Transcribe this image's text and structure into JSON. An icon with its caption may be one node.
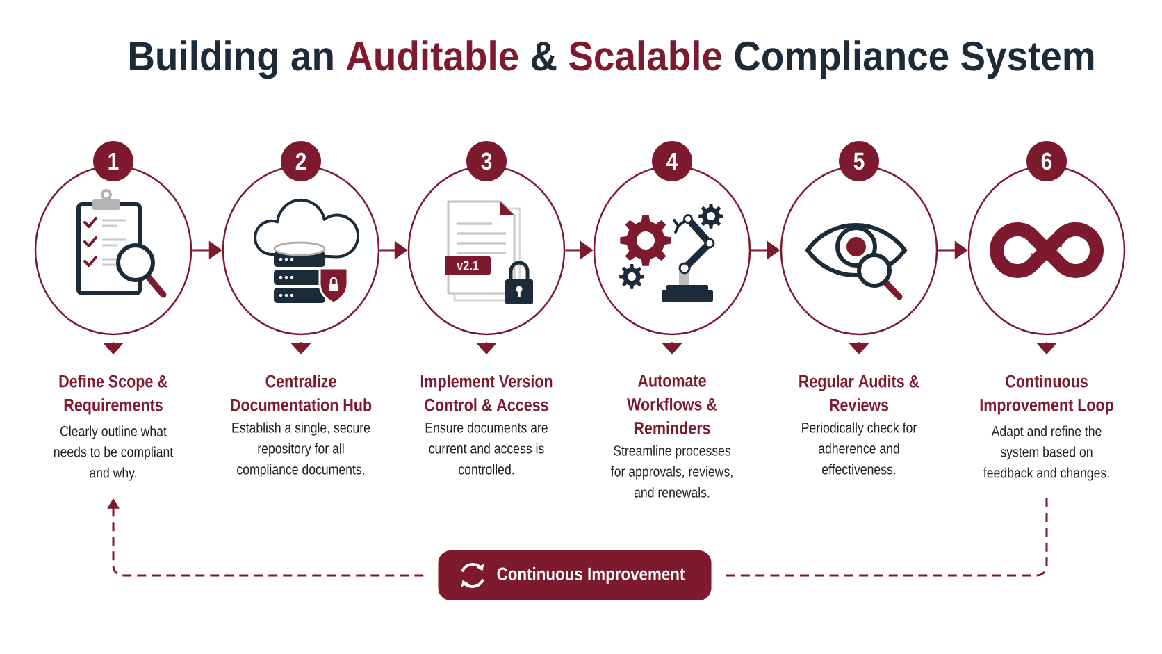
{
  "diagram": {
    "title": "Building an **Auditable** & **Scalable** Compliance System",
    "nodes": [
      {
        "text": [
          "1"
        ]
      },
      {
        "text": [],
        "shape": "circle"
      },
      {
        "text": [
          "Define Scope & Requirements",
          "Clearly outline what needs to be compliant and why."
        ]
      },
      {
        "text": [
          "2"
        ]
      },
      {
        "text": [],
        "shape": "circle"
      },
      {
        "text": [
          "Centralize Documentation Hub",
          "Establish a single, secure repository for all compliance documents."
        ]
      },
      {
        "text": [
          "3"
        ]
      },
      {
        "text": [],
        "shape": "circle"
      },
      {
        "text": [
          "Implement Version Control & Access",
          "Ensure documents are current and access is controlled."
        ]
      },
      {
        "text": [
          "4"
        ]
      },
      {
        "text": [],
        "shape": "circle"
      },
      {
        "text": [
          "Automate Workflows & Reminders",
          "Streamline processes for approvals, reviews, and renewals."
        ]
      },
      {
        "text": [
          "5"
        ]
      },
      {
        "text": [],
        "shape": "circle"
      },
      {
        "text": [
          "Regular Audits & Reviews",
          "Periodically check for adherence and effectiveness."
        ]
      },
      {
        "text": [
          "6"
        ]
      },
      {
        "text": [],
        "shape": "circle"
      },
      {
        "text": [
          "Continuous Improvement Loop",
          "Adapt and refine the system based on feedback and changes."
        ]
      },
      {
        "text": [
          "Continuous Improvement"
        ]
      }
    ],
    "edges": [
      {
        "from": 1,
        "to": 4,
        "arrow": "to"
      },
      {
        "from": 4,
        "to": 7,
        "arrow": "to"
      },
      {
        "from": 7,
        "to": 10,
        "arrow": "to"
      },
      {
        "from": 10,
        "to": 13,
        "arrow": "to"
      },
      {
        "from": 13,
        "to": 16,
        "arrow": "to"
      },
      {
        "from": 1,
        "to": 2,
        "arrow": "to"
      },
      {
        "from": 4,
        "to": 5,
        "arrow": "to"
      },
      {
        "from": 7,
        "to": 8,
        "arrow": "to"
      },
      {
        "from": 10,
        "to": 11,
        "arrow": "to"
      },
      {
        "from": 13,
        "to": 14,
        "arrow": "to"
      },
      {
        "from": 16,
        "to": 17,
        "arrow": "to"
      },
      {
        "from": 17,
        "to": 18,
        "arrow": "none",
        "style": "dashed"
      },
      {
        "from": 18,
        "to": 2,
        "arrow": "to",
        "style": "dashed"
      }
    ],
    "labels": [
      "v2.1"
    ]
  }
}
